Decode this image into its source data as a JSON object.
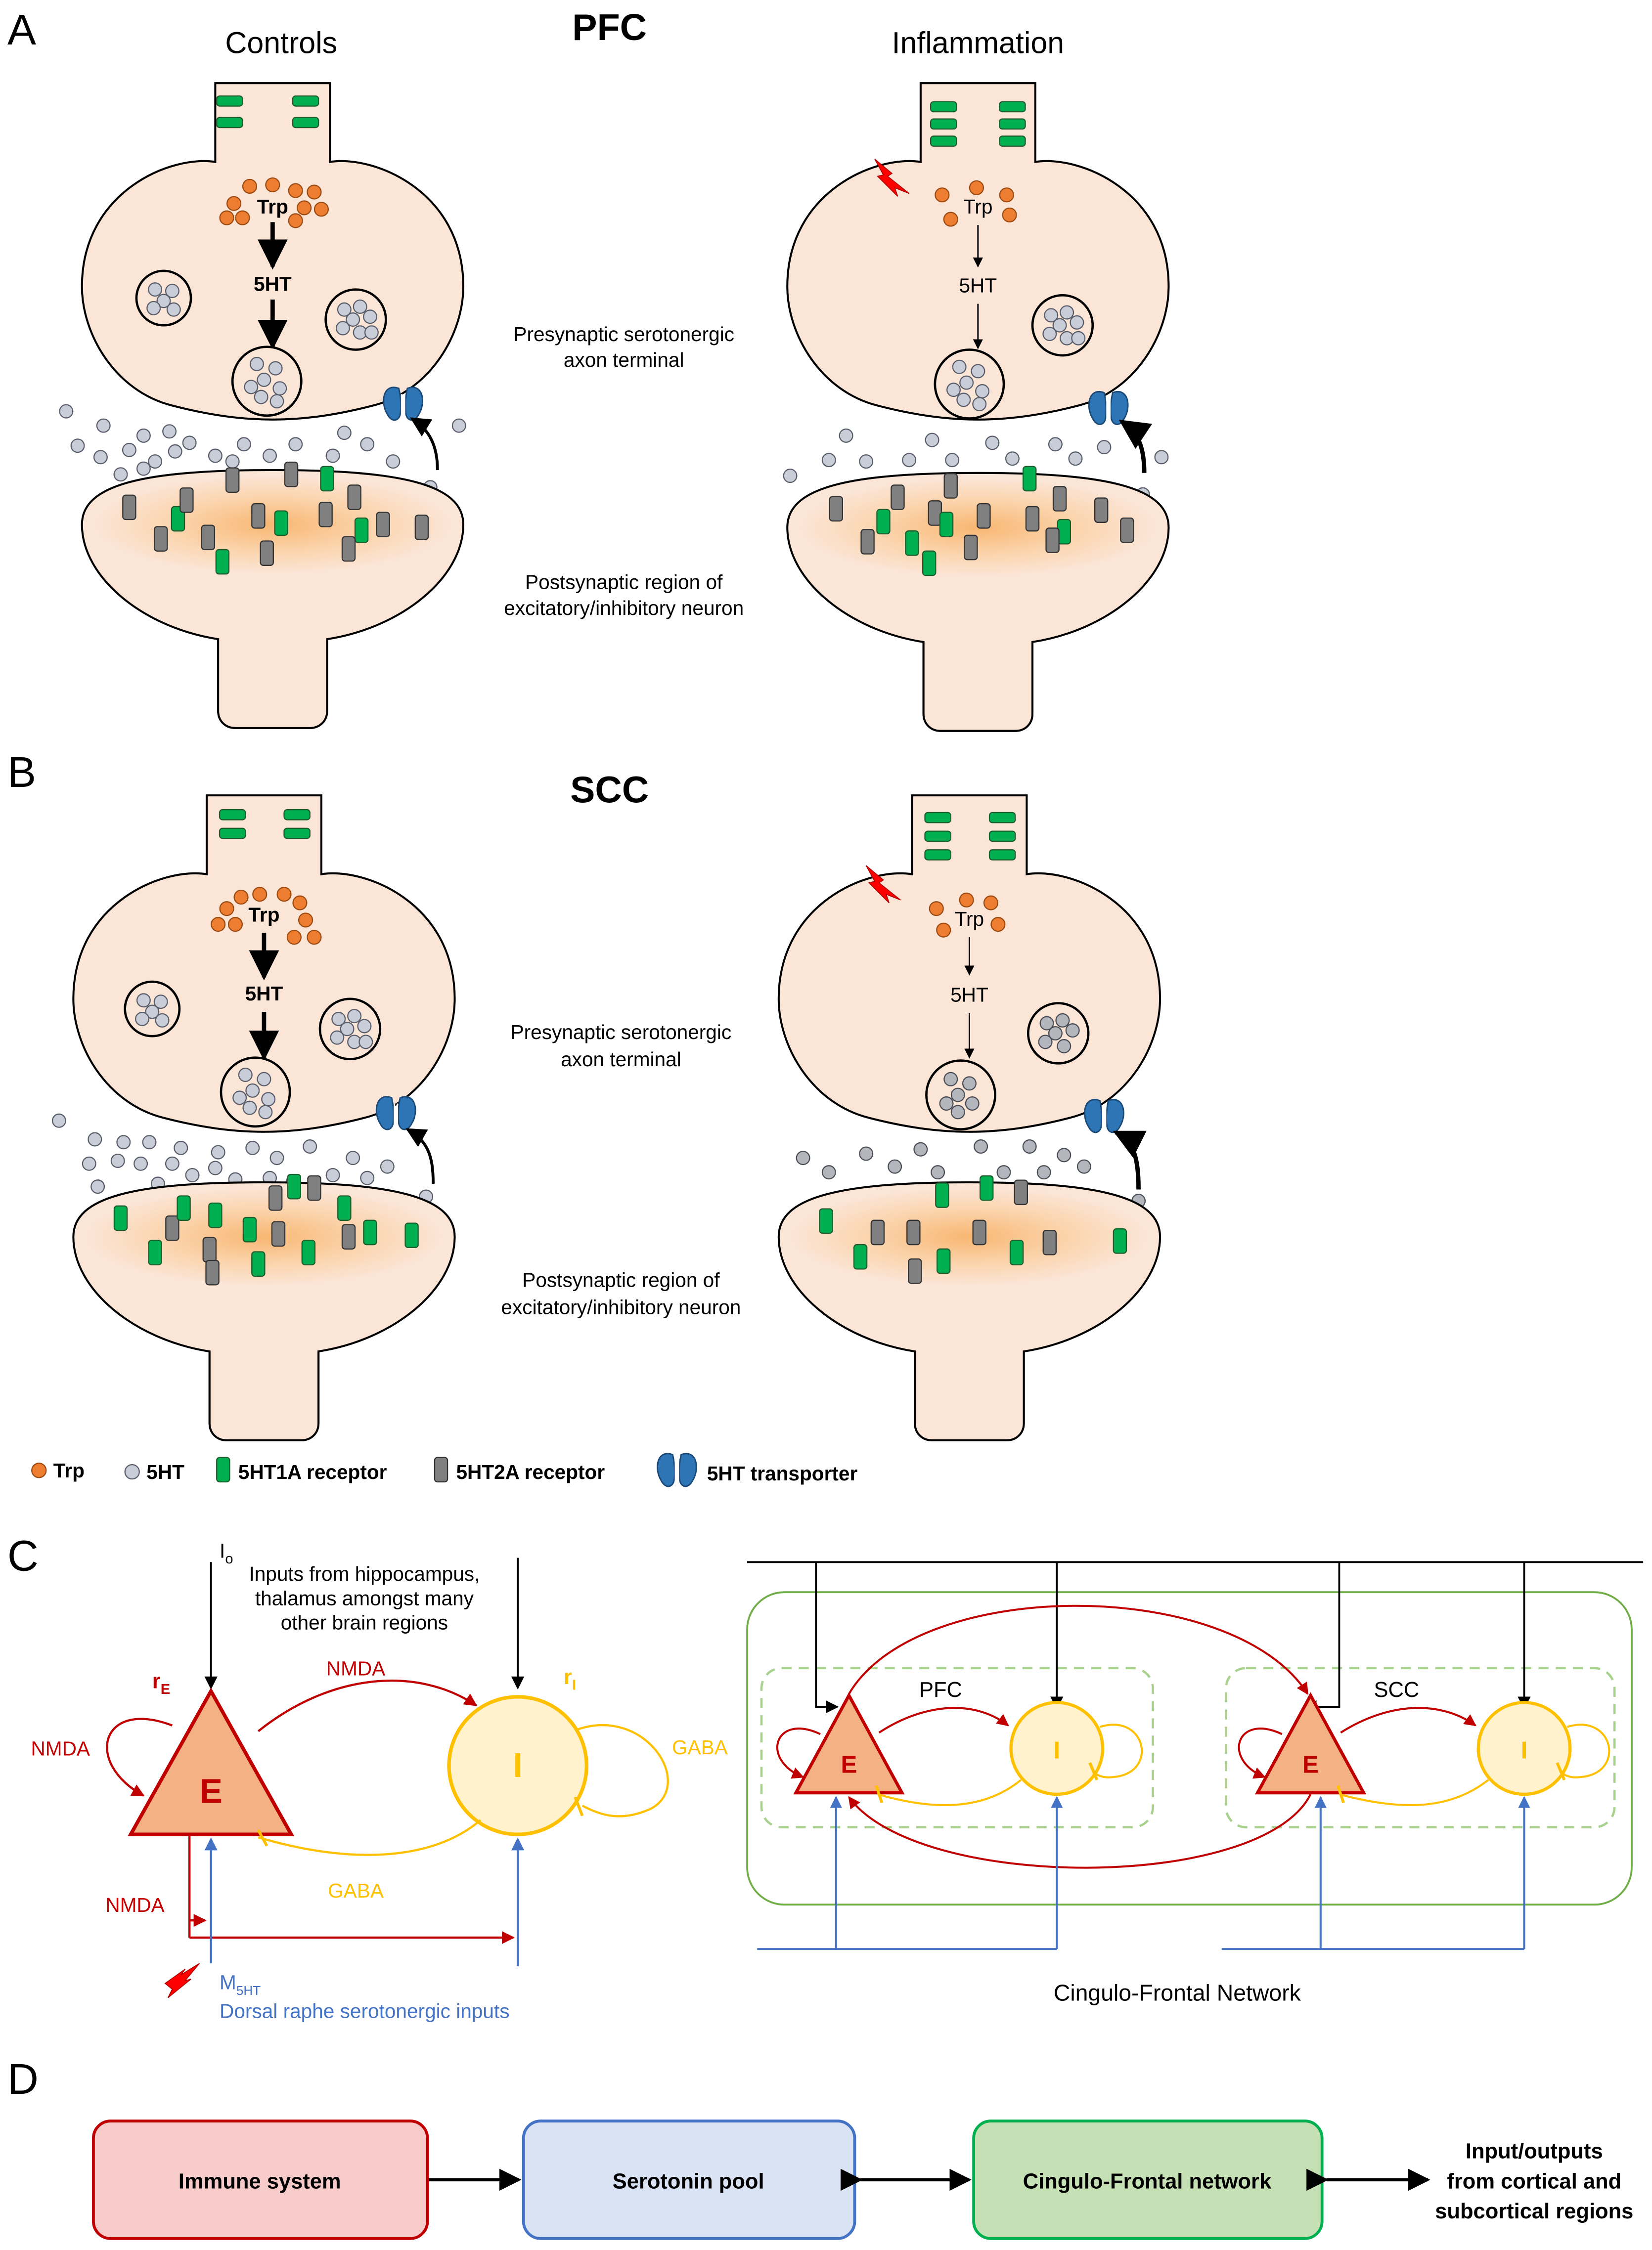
{
  "panel_labels": {
    "a": "A",
    "b": "B",
    "c": "C",
    "d": "D"
  },
  "panel_a": {
    "region_title": "PFC",
    "left_title": "Controls",
    "right_title": "Inflammation",
    "trp_label": "Trp",
    "ht_label": "5HT",
    "pre_label_line1": "Presynaptic serotonergic",
    "pre_label_line2": "axon terminal",
    "post_label_line1": "Postsynaptic region of",
    "post_label_line2": "excitatory/inhibitory neuron"
  },
  "panel_b": {
    "region_title": "SCC",
    "trp_label": "Trp",
    "ht_label": "5HT",
    "pre_label_line1": "Presynaptic serotonergic",
    "pre_label_line2": "axon terminal",
    "post_label_line1": "Postsynaptic region of",
    "post_label_line2": "excitatory/inhibitory neuron"
  },
  "legend": {
    "trp": "Trp",
    "ht": "5HT",
    "r1a": "5HT1A receptor",
    "r2a": "5HT2A receptor",
    "transporter": "5HT transporter"
  },
  "panel_c": {
    "io": "I",
    "io_sub": "o",
    "inputs_line1": "Inputs from hippocampus,",
    "inputs_line2": "thalamus amongst many",
    "inputs_line3": "other brain regions",
    "re": "r",
    "re_sub": "E",
    "ri": "r",
    "ri_sub": "I",
    "e_node": "E",
    "i_node": "I",
    "nmda_top": "NMDA",
    "nmda_left": "NMDA",
    "nmda_bottom": "NMDA",
    "gaba_right": "GABA",
    "gaba_bottom": "GABA",
    "m5ht": "M",
    "m5ht_sub": "5HT",
    "raphe": "Dorsal raphe serotonergic inputs",
    "pfc": "PFC",
    "scc": "SCC",
    "network_caption": "Cingulo-Frontal Network"
  },
  "panel_d": {
    "immune": "Immune system",
    "pool": "Serotonin pool",
    "network": "Cingulo-Frontal network",
    "io_line1": "Input/outputs",
    "io_line2": "from cortical and",
    "io_line3": "subcortical regions"
  },
  "colors": {
    "cell_fill": "#fbe5d6",
    "trp": "#ed7d31",
    "ht": "#c9cdd8",
    "r1a": "#00b050",
    "r2a": "#808080",
    "transporter": "#2e75b6",
    "excitatory": "#c00000",
    "inhibitory": "#ffc000",
    "serotonergic": "#4472c4",
    "network_box": "#70ad47",
    "immune_box": "#f8cbcb",
    "pool_box": "#dae3f3",
    "network_fill": "#c5e0b4"
  }
}
